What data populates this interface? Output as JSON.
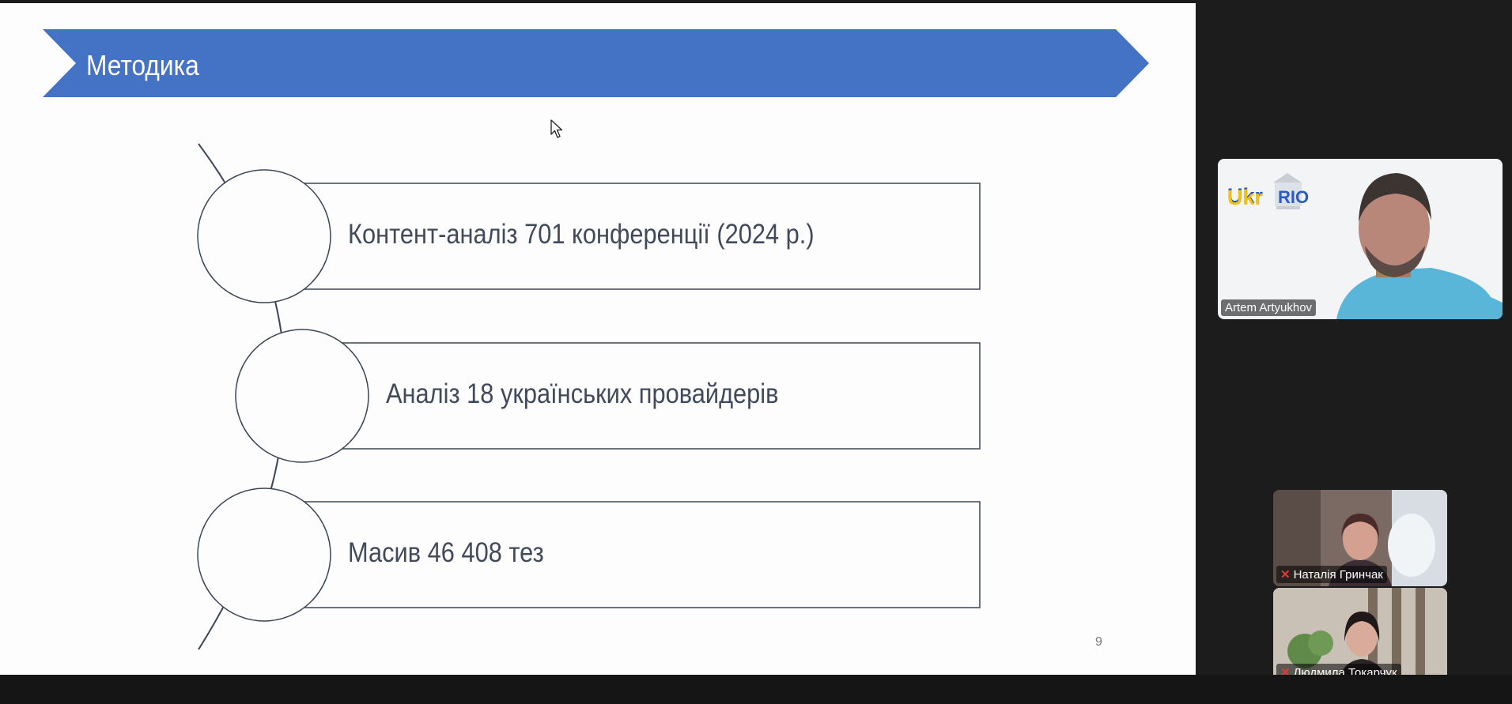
{
  "slide": {
    "title": "Методика",
    "items": [
      {
        "label": "Контент-аналіз 701 конференції (2024 р.)"
      },
      {
        "label": "Аналіз 18 українських провайдерів"
      },
      {
        "label": "Масив 46 408 тез"
      }
    ],
    "page_number": "9",
    "colors": {
      "banner": "#4472c4",
      "outline": "#3c4655",
      "text": "#404a5a"
    }
  },
  "participants": [
    {
      "name": "Artem Artyukhov",
      "logo_text": {
        "left": "Ukr",
        "right": "RIO"
      },
      "muted": false
    },
    {
      "name": "Наталія Гринчак",
      "muted": true
    },
    {
      "name": "Людмила Токарчук",
      "muted": true
    }
  ],
  "icons": {
    "cursor": "mouse-pointer-icon",
    "mute": "mic-off-icon"
  }
}
